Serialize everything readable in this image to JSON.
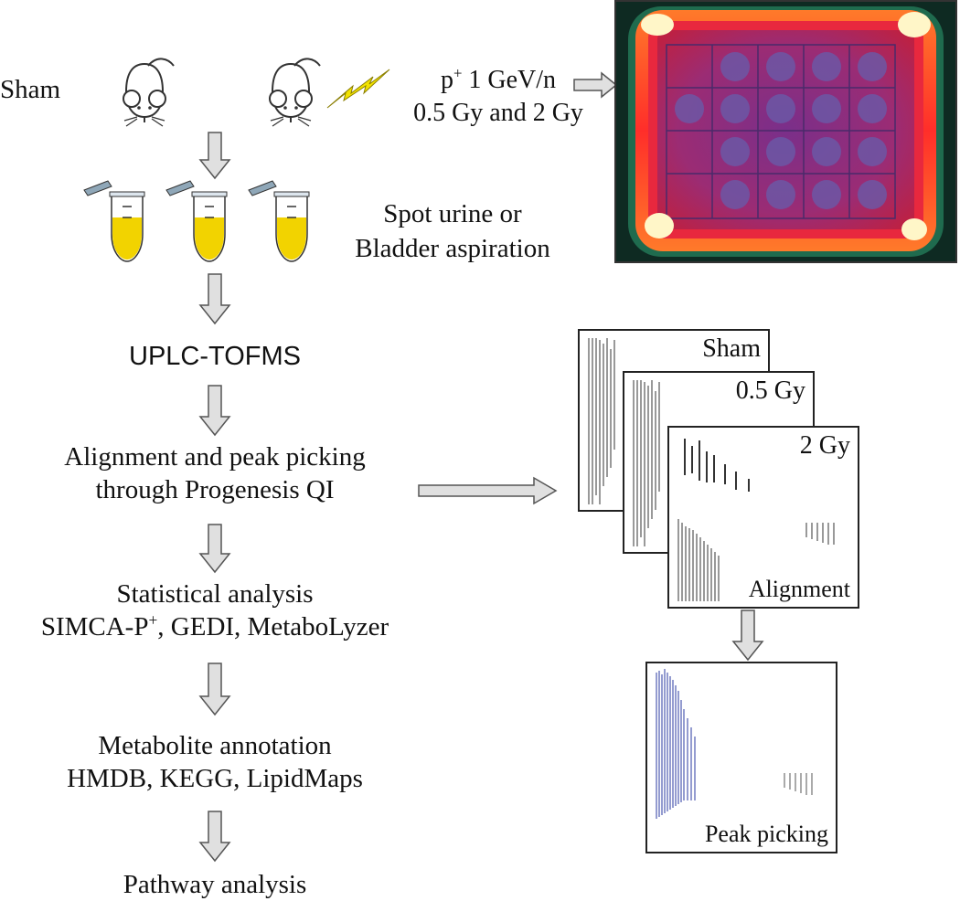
{
  "labels": {
    "sham": "Sham",
    "dose_line1_prefix": "p",
    "dose_line1_sup": "+",
    "dose_line1_suffix": " 1 GeV/n",
    "dose_line2": "0.5 Gy and 2 Gy",
    "collection_line1": "Spot urine or",
    "collection_line2": "Bladder aspiration"
  },
  "steps": [
    {
      "lines": [
        "UPLC-TOFMS"
      ]
    },
    {
      "lines": [
        "Alignment and peak picking",
        "through Progenesis QI"
      ]
    },
    {
      "lines": [
        "Statistical analysis"
      ],
      "line2_prefix": "SIMCA-P",
      "line2_sup": "+",
      "line2_suffix": ", GEDI, MetaboLyzer"
    },
    {
      "lines": [
        "Metabolite annotation",
        "HMDB, KEGG, LipidMaps"
      ]
    },
    {
      "lines": [
        "Pathway analysis"
      ]
    }
  ],
  "spectra": {
    "sham": "Sham",
    "gy05": "0.5 Gy",
    "gy2": "2 Gy",
    "alignment": "Alignment",
    "peak_picking": "Peak picking"
  },
  "colors": {
    "arrow_fill": "#e0e0e0",
    "arrow_stroke": "#555555",
    "tube_liquid": "#f2d300",
    "bolt": "#f2e200"
  }
}
